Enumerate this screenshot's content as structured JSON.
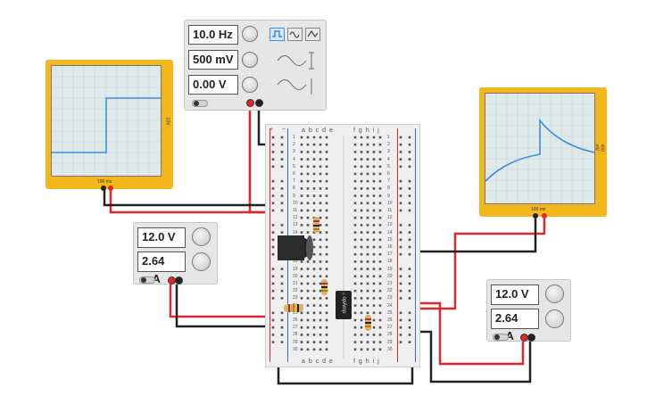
{
  "function_generator": {
    "frequency": "10.0 Hz",
    "amplitude": "500 mV",
    "offset": "0.00 V",
    "waveforms": [
      "square-wave-icon",
      "sine-wave-icon",
      "triangle-wave-icon"
    ],
    "selected_waveform": "square"
  },
  "oscilloscope_left": {
    "time_label": "100 ms",
    "volt_label": "10V"
  },
  "oscilloscope_right": {
    "time_label": "100 ms",
    "volt_label": "400 mV"
  },
  "power_supply_left": {
    "voltage": "12.0 V",
    "current": "2.64 mA"
  },
  "power_supply_right": {
    "voltage": "12.0 V",
    "current": "2.64 mA"
  },
  "breadboard": {
    "columns_left": "a b c d e",
    "columns_right": "f g h i j",
    "rows": [
      "1",
      "2",
      "3",
      "4",
      "5",
      "6",
      "7",
      "8",
      "9",
      "10",
      "11",
      "12",
      "13",
      "14",
      "15",
      "16",
      "17",
      "18",
      "19",
      "20",
      "21",
      "22",
      "23",
      "24",
      "25",
      "26",
      "27",
      "28",
      "29",
      "30"
    ],
    "plus": "+",
    "minus": "−"
  },
  "components": {
    "opamp_label": "opAmp"
  },
  "colors": {
    "scope_body": "#f3b61b",
    "wire_red": "#e0262a",
    "wire_black": "#222222",
    "wire_green": "#2aa02a",
    "trace": "#3a8ee0"
  }
}
